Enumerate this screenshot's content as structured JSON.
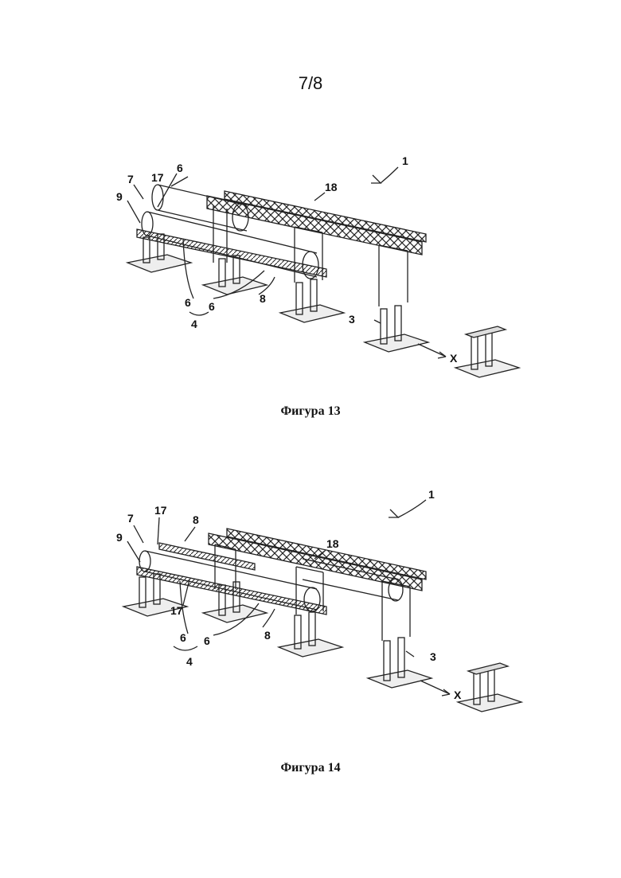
{
  "page": {
    "number": "7/8"
  },
  "figures": [
    {
      "caption": "Фигура 13",
      "labels": {
        "assembly": "1",
        "support": "3",
        "pipe_string": "4",
        "pipe_a": "6",
        "pipe_b": "6",
        "pipe_c": "6",
        "rail": "7",
        "frame": "8",
        "roller": "9",
        "clamp": "17",
        "truss": "18",
        "direction": "X"
      }
    },
    {
      "caption": "Фигура 14",
      "labels": {
        "assembly": "1",
        "support": "3",
        "pipe_string": "4",
        "pipe_a": "6",
        "pipe_b": "6",
        "rail": "7",
        "frame_a": "8",
        "frame_b": "8",
        "roller": "9",
        "clamp_a": "17",
        "clamp_b": "17",
        "truss": "18",
        "direction": "X"
      }
    }
  ]
}
